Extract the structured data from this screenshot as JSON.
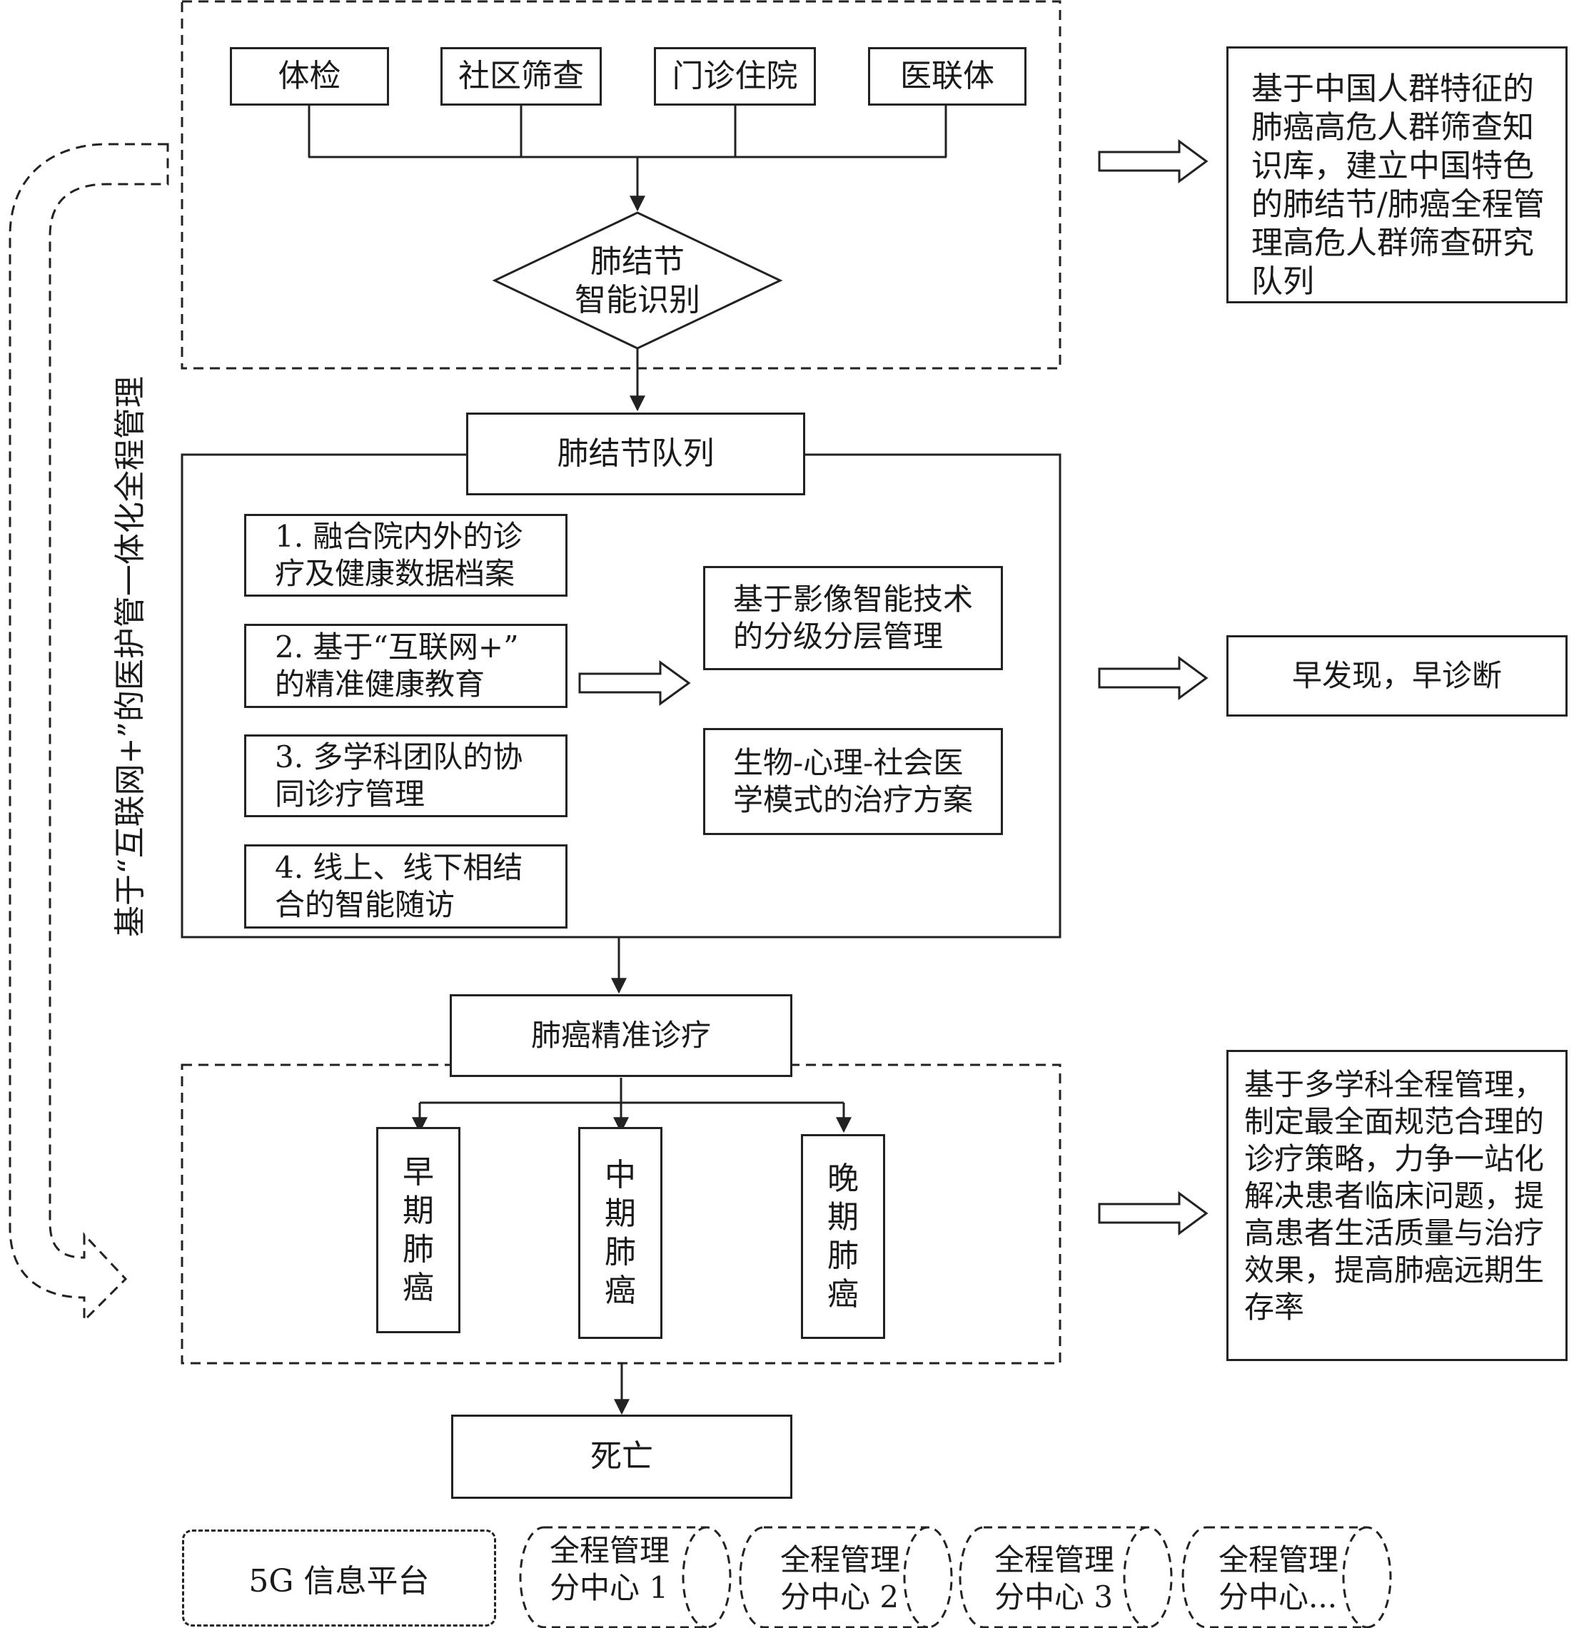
{
  "sources": [
    "体检",
    "社区筛查",
    "门诊住院",
    "医联体"
  ],
  "diamond": "肺结节\n智能识别",
  "cohort_title": "肺结节队列",
  "cohort_items": [
    "1. 融合院内外的诊\n疗及健康数据档案",
    "2. 基于“互联网+”\n的精准健康教育",
    "3. 多学科团队的协\n同诊疗管理",
    "4. 线上、线下相结\n合的智能随访"
  ],
  "cohort_results": [
    "基于影像智能技术\n的分级分层管理",
    "生物-心理-社会医\n学模式的治疗方案"
  ],
  "diagnosis_title": "肺癌精准诊疗",
  "stages": [
    "早期肺癌",
    "中期肺癌",
    "晚期肺癌"
  ],
  "death": "死亡",
  "side_label": "基于“互联网+”的医护管一体化全程管理",
  "notes": [
    "基于中国人群特征的\n肺癌高危人群筛查知\n识库，建立中国特色\n的肺结节/肺癌全程管\n理高危人群筛查研究\n队列",
    "早发现，早诊断",
    "基于多学科全程管理，\n制定最全面规范合理的\n诊疗策略，力争一站化\n解决患者临床问题，提\n高患者生活质量与治疗\n效果，提高肺癌远期生\n存率"
  ],
  "platform": "5G 信息平台",
  "subcenters": [
    "全程管理\n分中心 1",
    "全程管理\n分中心 2",
    "全程管理\n分中心 3",
    "全程管理\n分中心..."
  ]
}
